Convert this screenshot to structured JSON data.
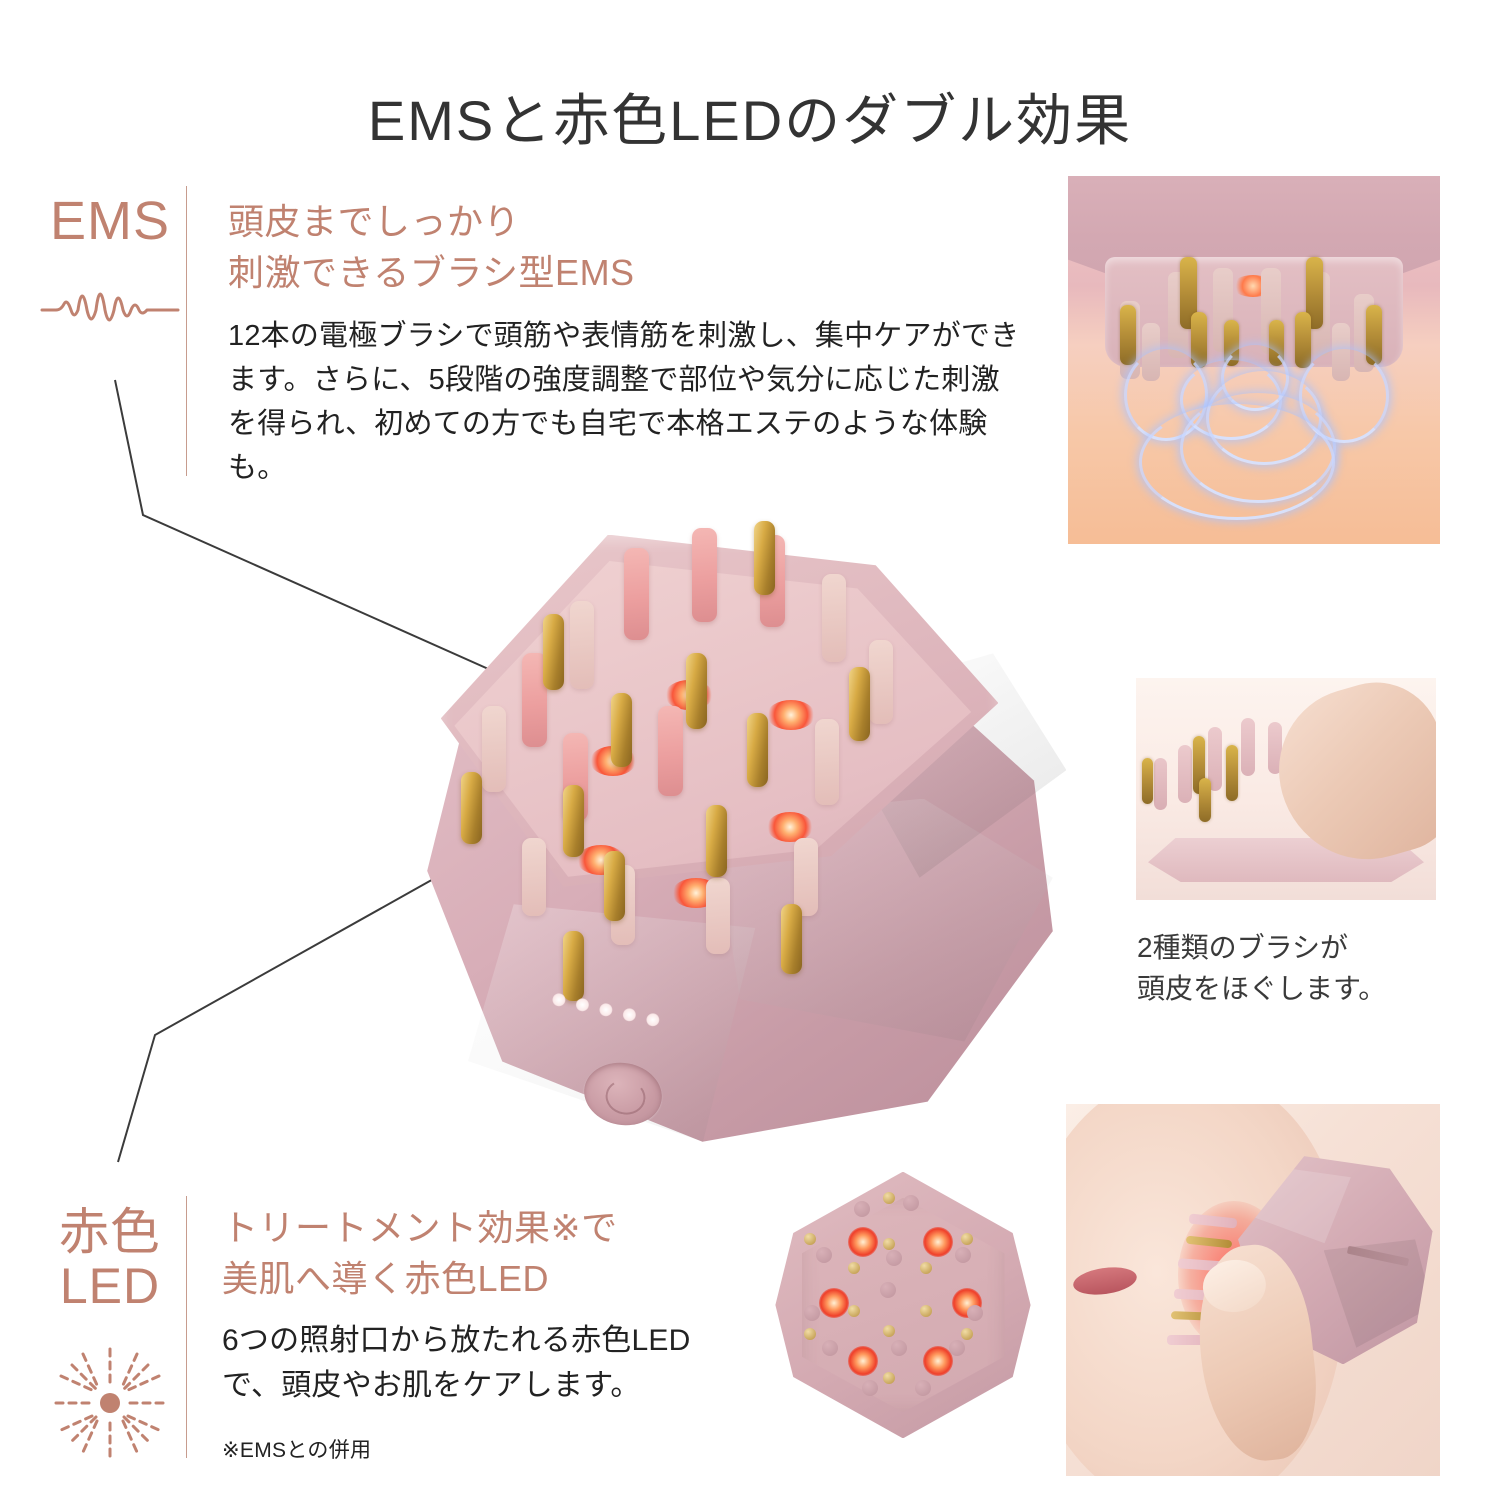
{
  "title": "EMSと赤色LEDのダブル効果",
  "sections": {
    "ems": {
      "label_line1": "EMS",
      "icon": "waveform-icon",
      "heading": "頭皮までしっかり\n刺激できるブラシ型EMS",
      "body": "12本の電極ブラシで頭筋や表情筋を刺激し、集中ケアができます。さらに、5段階の強度調整で部位や気分に応じた刺激を得られ、初めての方でも自宅で本格エステのような体験も。"
    },
    "led": {
      "label_line1": "赤色",
      "label_line2": "LED",
      "icon": "sunburst-icon",
      "heading": "トリートメント効果※で\n美肌へ導く赤色LED",
      "body": "6つの照射口から放たれる赤色LEDで、頭皮やお肌をケアします。",
      "footnote": "※EMSとの併用"
    }
  },
  "captions": {
    "brush_photo": "2種類のブラシが\n頭皮をほぐします。"
  },
  "colors": {
    "accent": "#c08270",
    "title_text": "#333333",
    "body_text": "#222222",
    "divider": "#c79c8e",
    "device_pink": "#d8aeb8",
    "led_red": "#f9563a",
    "electrode_gold": "#d8ab45",
    "ems_arc_blue": "#cdd9ff",
    "background": "#ffffff"
  },
  "device": {
    "indicator_lights": 5,
    "power_button": "power-button"
  }
}
